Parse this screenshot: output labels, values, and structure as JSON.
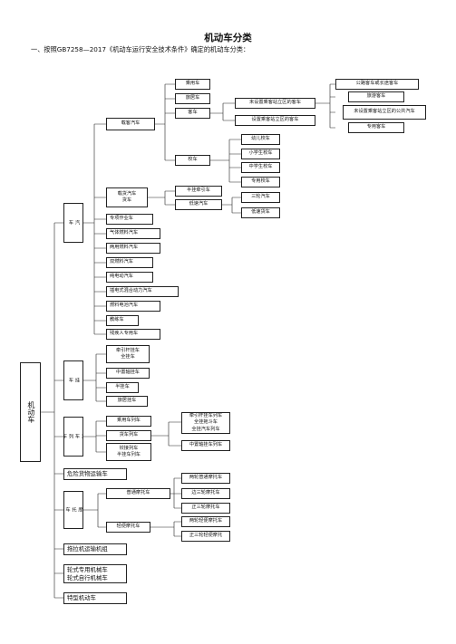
{
  "title": "机动车分类",
  "subtitle": "一、按照GB7258—2017《机动车运行安全技术条件》确定的机动车分类：",
  "root": "机动车",
  "motor_vehicle": {
    "label": "汽\n车",
    "passenger": {
      "label": "载客汽车",
      "types": [
        "乘用车",
        "旅居车",
        "客车",
        "校车"
      ],
      "bus": {
        "no_standing": "未设置乘客站立区的客车",
        "standing": "设置乘客站立区的客车",
        "no_standing_types": [
          "公路客车或长途客车",
          "旅游客车",
          "未设置乘客站立区的公共汽车",
          "专用客车"
        ]
      },
      "school_bus": [
        "幼儿校车",
        "小学生校车",
        "中学生校车",
        "专用校车"
      ]
    },
    "cargo": {
      "label": "载货汽车\n货车",
      "types": [
        "半挂牵引车",
        "低速汽车"
      ],
      "low_speed": [
        "三轮汽车",
        "低速货车"
      ]
    },
    "others": [
      "专项作业车",
      "气体燃料汽车",
      "两用燃料汽车",
      "双燃料汽车",
      "纯电动汽车",
      "插电式混合动力汽车",
      "燃料电池汽车",
      "教练车",
      "残疾人专用车"
    ]
  },
  "trailer": {
    "label": "挂\n车",
    "types": [
      "牵引杆挂车\n全挂车",
      "中置轴挂车",
      "半挂车",
      "旅居挂车"
    ]
  },
  "train": {
    "label": "汽\n车\n列\n车",
    "types": [
      "乘用车列车",
      "货车列车",
      "铰接列车\n半挂车列车"
    ],
    "truck_train": [
      "牵引杆挂车列车\n全挂拖斗车\n全挂汽车列车",
      "中置轴挂车列车"
    ]
  },
  "hazmat": "危险货物运输车",
  "motorcycle": {
    "label": "摩\n托\n车",
    "types": [
      "普通摩托车",
      "轻便摩托车"
    ],
    "ordinary": [
      "两轮普通摩托车",
      "边三轮摩托车",
      "正三轮摩托车"
    ],
    "light": [
      "两轮轻便摩托车",
      "正三轮轻便摩托"
    ]
  },
  "tractor": "拖拉机运输机组",
  "wheeled": "轮式专用机械车\n轮式自行机械车",
  "special": "特型机动车"
}
